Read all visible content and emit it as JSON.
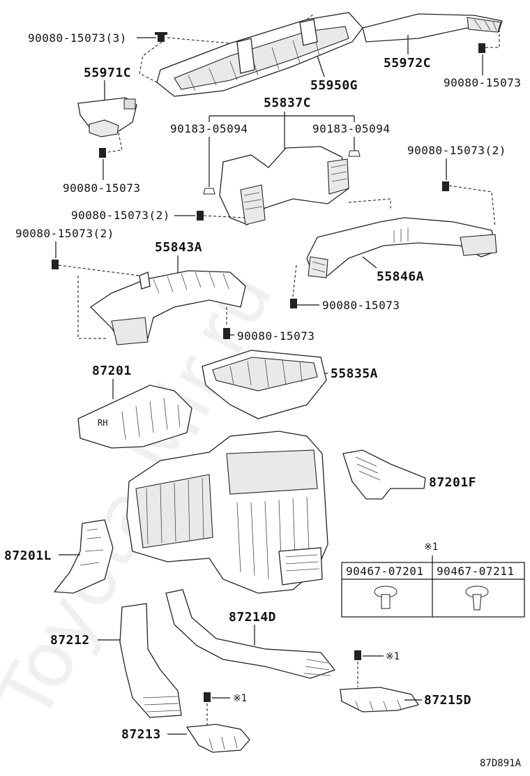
{
  "watermark": "Toyota-Mir.ru",
  "diagram_code": "87D891A",
  "parts": {
    "p1_label": "90080-15073(3)",
    "p2_label": "55972C",
    "p3_label": "55971C",
    "p4_label": "55950G",
    "p5_label": "90080-15073",
    "p6_label": "55837C",
    "p7_label": "90183-05094",
    "p8_label": "90183-05094",
    "p9_label": "90080-15073(2)",
    "p10_label": "90080-15073",
    "p11_label": "90080-15073(2)",
    "p12_label": "90080-15073(2)",
    "p13_label": "55843A",
    "p14_label": "55846A",
    "p15_label": "90080-15073",
    "p16_label": "90080-15073",
    "p17_label": "87201",
    "p18_label": "55835A",
    "p19_label": "87201F",
    "p20_label": "87201L",
    "p21_label": "87214D",
    "p22_label": "87212",
    "p23_label": "87215D",
    "p24_label": "87213"
  },
  "clip_table": {
    "marker": "※1",
    "col1": "90467-07201",
    "col2": "90467-07211"
  },
  "notes": {
    "mark_a": "※1",
    "mark_b": "※1"
  }
}
